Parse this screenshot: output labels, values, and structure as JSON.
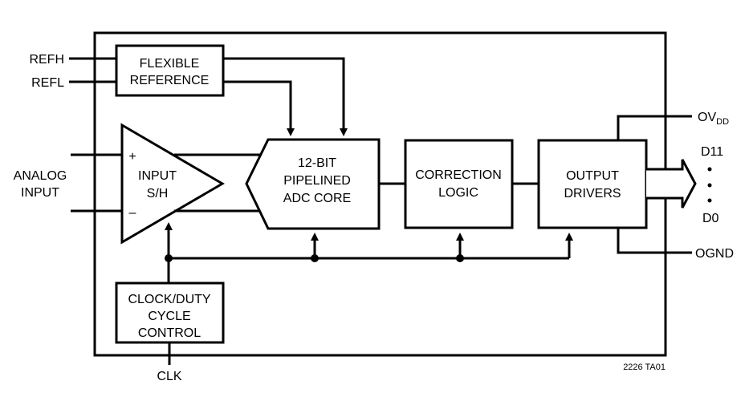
{
  "pins": {
    "refh": "REFH",
    "refl": "REFL",
    "analog_input_line1": "ANALOG",
    "analog_input_line2": "INPUT",
    "plus": "+",
    "minus": "–",
    "clk": "CLK",
    "ov_main": "OV",
    "ov_sub": "DD",
    "d11": "D11",
    "d0": "D0",
    "ognd": "OGND"
  },
  "blocks": {
    "flexible_reference": {
      "line1": "FLEXIBLE",
      "line2": "REFERENCE"
    },
    "input_sh": {
      "line1": "INPUT",
      "line2": "S/H"
    },
    "adc_core": {
      "line1": "12-BIT",
      "line2": "PIPELINED",
      "line3": "ADC CORE"
    },
    "correction_logic": {
      "line1": "CORRECTION",
      "line2": "LOGIC"
    },
    "output_drivers": {
      "line1": "OUTPUT",
      "line2": "DRIVERS"
    },
    "clock_duty": {
      "line1": "CLOCK/DUTY",
      "line2": "CYCLE",
      "line3": "CONTROL"
    }
  },
  "figure_id": "2226 TA01"
}
